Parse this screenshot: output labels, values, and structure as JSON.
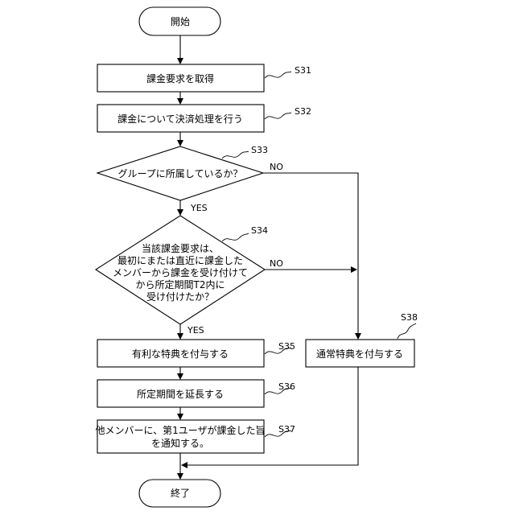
{
  "flowchart": {
    "nodes": {
      "start": {
        "text": "開始"
      },
      "s31": {
        "text": "課金要求を取得",
        "step": "S31"
      },
      "s32": {
        "text": "課金について決済処理を行う",
        "step": "S32"
      },
      "s33": {
        "text": "グループに所属しているか？",
        "step": "S33"
      },
      "s34": {
        "lines": [
          "当該課金要求は、",
          "最初にまたは直近に課金した",
          "メンバーから課金を受け付けて",
          "から所定期間T2内に",
          "受け付けたか？"
        ],
        "step": "S34"
      },
      "s35": {
        "text": "有利な特典を付与する",
        "step": "S35"
      },
      "s36": {
        "text": "所定期間を延長する",
        "step": "S36"
      },
      "s37": {
        "lines": [
          "他メンバーに、第1ユーザが課金した旨",
          "を通知する。"
        ],
        "step": "S37"
      },
      "s38": {
        "text": "通常特典を付与する",
        "step": "S38"
      },
      "end": {
        "text": "終了"
      }
    },
    "branch_labels": {
      "s33_no": "NO",
      "s33_yes": "YES",
      "s34_no": "NO",
      "s34_yes": "YES"
    }
  }
}
